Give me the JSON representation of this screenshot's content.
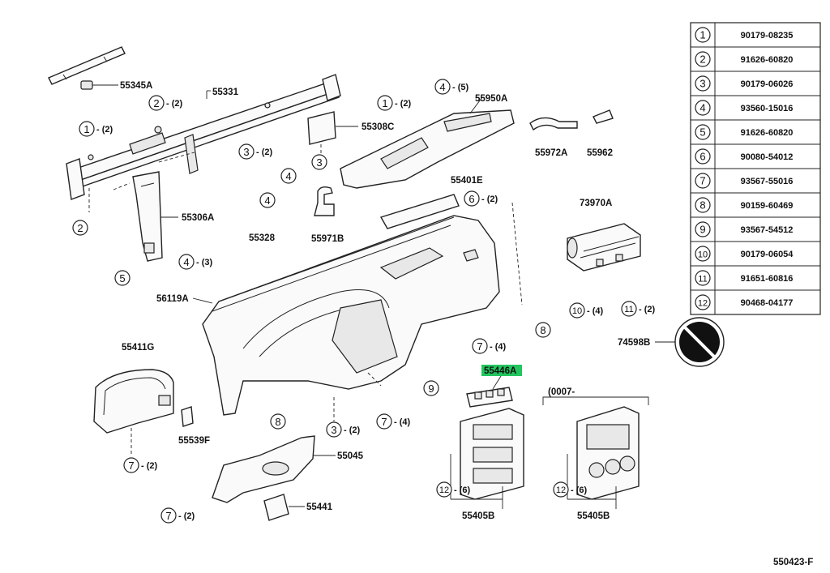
{
  "labels": {
    "p55345A": "55345A",
    "p55331": "55331",
    "p55308C": "55308C",
    "p55306A": "55306A",
    "p55328": "55328",
    "p56119A": "56119A",
    "p55950A": "55950A",
    "p55972A": "55972A",
    "p55962": "55962",
    "p55401E": "55401E",
    "p55971B": "55971B",
    "p73970A": "73970A",
    "p74598B": "74598B",
    "p55411G": "55411G",
    "p55539F": "55539F",
    "p55045": "55045",
    "p55441": "55441",
    "p55446A": "55446A",
    "p55405B_1": "55405B",
    "p55405B_2": "55405B",
    "range_note": "(0007-",
    "figure_code": "550423-F"
  },
  "callouts": {
    "c2a": "2",
    "c2a_qty": "- (2)",
    "c1a": "1",
    "c1a_qty": "- (2)",
    "c1b": "1",
    "c1b_qty": "- (2)",
    "c3a": "3",
    "c3a_qty": "- (2)",
    "c2b": "2",
    "c5a": "5",
    "c4a": "4",
    "c4a_qty": "- (3)",
    "c4b": "4",
    "c4b_qty": "- (5)",
    "c3b": "3",
    "c4c": "4",
    "c4d": "4",
    "c6a": "6",
    "c6a_qty": "- (2)",
    "c8a": "8",
    "c7a": "7",
    "c7a_qty": "- (4)",
    "c10a": "10",
    "c10a_qty": "- (4)",
    "c11a": "11",
    "c11a_qty": "- (2)",
    "c8b": "8",
    "c3c": "3",
    "c3c_qty": "- (2)",
    "c7b": "7",
    "c7b_qty": "- (4)",
    "c7c": "7",
    "c7c_qty": "- (2)",
    "c7d": "7",
    "c7d_qty": "- (2)",
    "c9a": "9",
    "c12a": "12",
    "c12a_qty": "- (6)",
    "c12b": "12",
    "c12b_qty": "- (6)"
  },
  "parts_table": [
    {
      "ref": "1",
      "part_no": "90179-08235"
    },
    {
      "ref": "2",
      "part_no": "91626-60820"
    },
    {
      "ref": "3",
      "part_no": "90179-06026"
    },
    {
      "ref": "4",
      "part_no": "93560-15016"
    },
    {
      "ref": "5",
      "part_no": "91626-60820"
    },
    {
      "ref": "6",
      "part_no": "90080-54012"
    },
    {
      "ref": "7",
      "part_no": "93567-55016"
    },
    {
      "ref": "8",
      "part_no": "90159-60469"
    },
    {
      "ref": "9",
      "part_no": "93567-54512"
    },
    {
      "ref": "10",
      "part_no": "90179-06054"
    },
    {
      "ref": "11",
      "part_no": "91651-60816"
    },
    {
      "ref": "12",
      "part_no": "90468-04177"
    }
  ],
  "colors": {
    "highlight": "#22c55e",
    "line": "#222222"
  }
}
